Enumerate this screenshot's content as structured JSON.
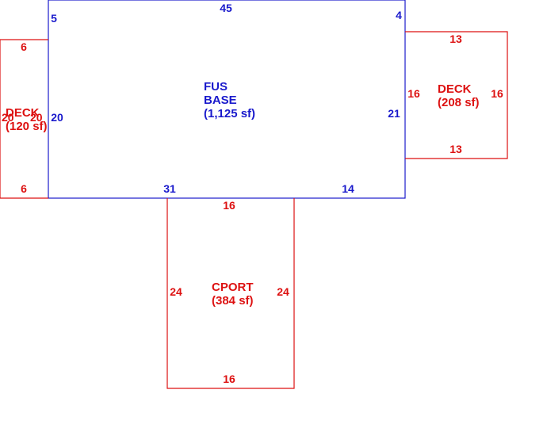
{
  "colors": {
    "base": "#1a1acc",
    "addition": "#dd1111",
    "background": "#ffffff"
  },
  "base": {
    "name": "FUS",
    "type": "BASE",
    "area": "(1,125 sf)",
    "dims": {
      "top": "45",
      "top_left": "5",
      "top_right": "4",
      "left": "20",
      "right": "21",
      "bottom_left": "31",
      "bottom_right": "14"
    }
  },
  "deck_left": {
    "name": "DECK",
    "area": "(120 sf)",
    "dims": {
      "top": "6",
      "bottom": "6",
      "left": "20",
      "right": "20"
    }
  },
  "deck_right": {
    "name": "DECK",
    "area": "(208 sf)",
    "dims": {
      "top": "13",
      "bottom": "13",
      "left": "16",
      "right": "16"
    }
  },
  "cport": {
    "name": "CPORT",
    "area": "(384 sf)",
    "dims": {
      "top": "16",
      "bottom": "16",
      "left": "24",
      "right": "24"
    }
  }
}
